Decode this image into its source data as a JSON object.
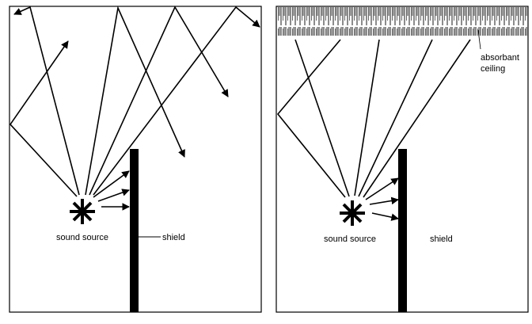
{
  "panels": [
    {
      "source_label": "sound source",
      "shield_label": "shield"
    },
    {
      "source_label": "sound source",
      "shield_label": "shield",
      "ceiling_label_line1": "absorbant",
      "ceiling_label_line2": "ceiling"
    }
  ]
}
